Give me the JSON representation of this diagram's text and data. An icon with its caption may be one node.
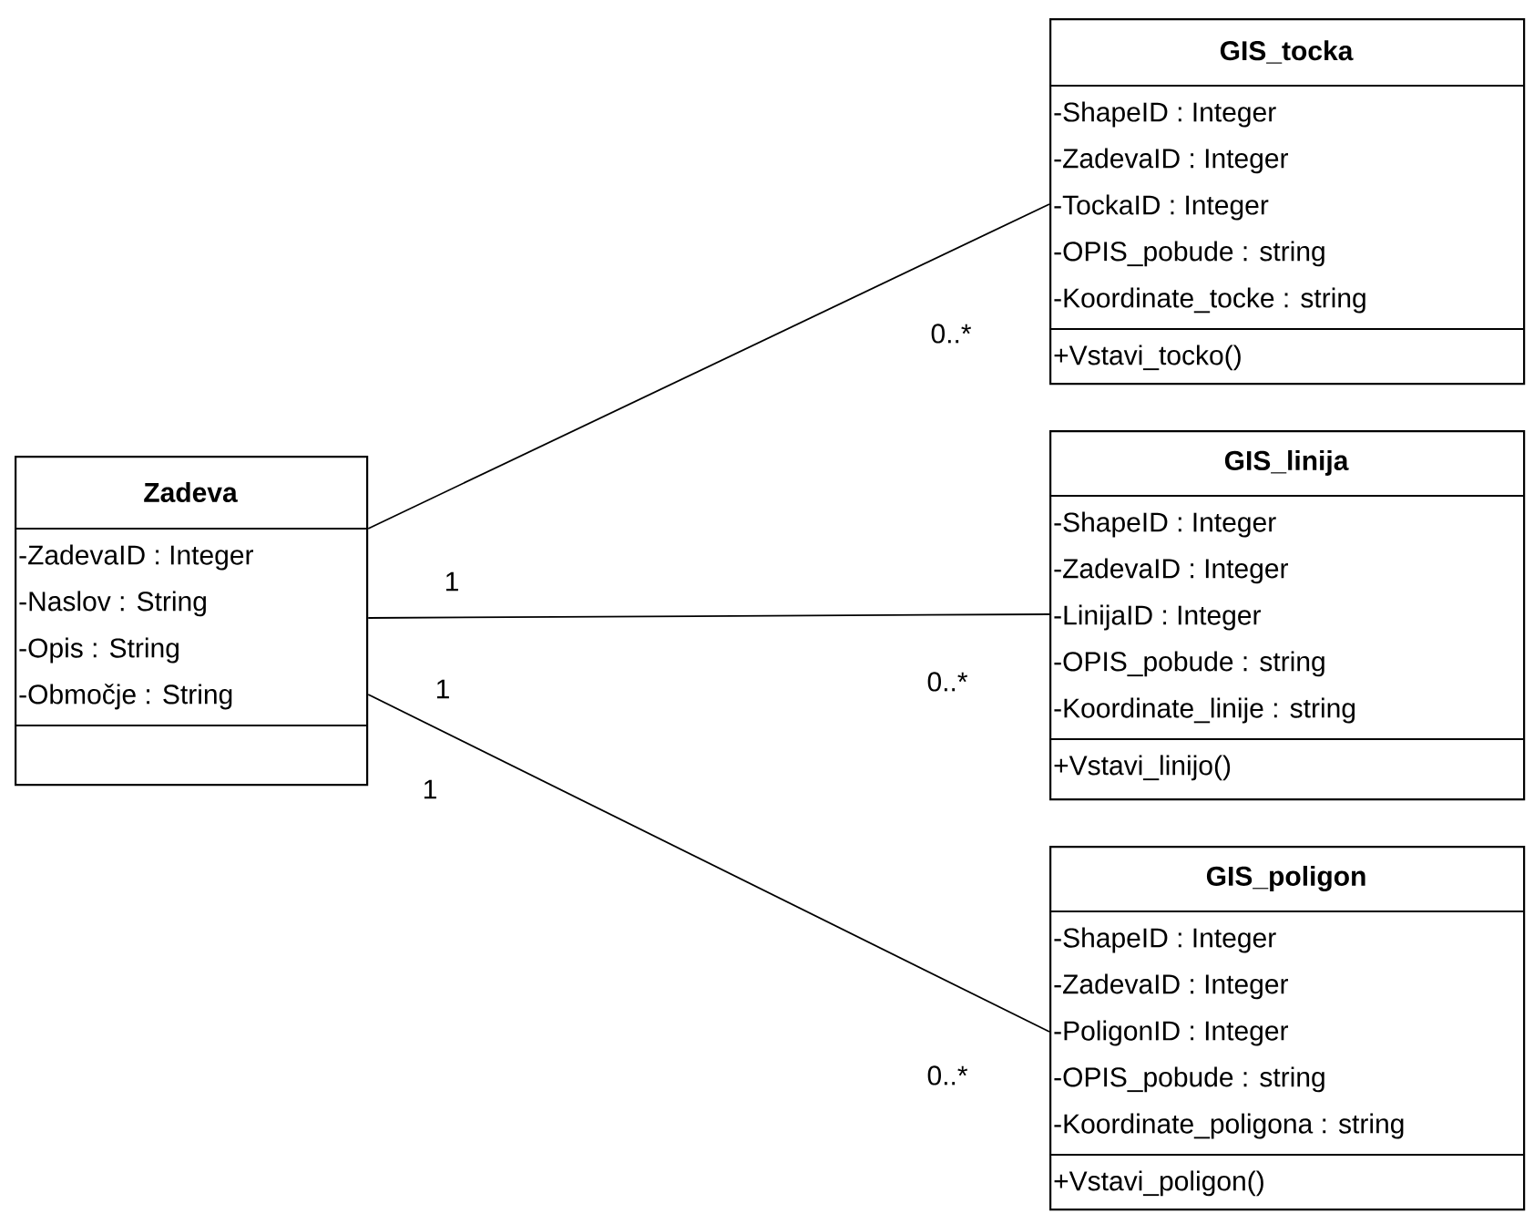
{
  "diagram": {
    "nodes": [
      {
        "text": [
          "Zadeva",
          "-ZadevaID : Integer",
          "-Naslov : String",
          "-Opis : String",
          "-Območje : String"
        ]
      },
      {
        "text": [
          "GIS_tocka",
          "-ShapeID : Integer",
          "-ZadevaID : Integer",
          "-TockaID : Integer",
          "-OPIS_pobude : string",
          "-Koordinate_tocke : string",
          "+Vstavi_tocko()"
        ]
      },
      {
        "text": [
          "GIS_linija",
          "-ShapeID : Integer",
          "-ZadevaID : Integer",
          "-LinijaID : Integer",
          "-OPIS_pobude : string",
          "-Koordinate_linije : string",
          "+Vstavi_linijo()"
        ]
      },
      {
        "text": [
          "GIS_poligon",
          "-ShapeID : Integer",
          "-ZadevaID : Integer",
          "-PoligonID : Integer",
          "-OPIS_pobude : string",
          "-Koordinate_poligona : string",
          "+Vstavi_poligon()"
        ]
      }
    ],
    "edges": [
      {
        "from": 0,
        "to": 1,
        "arrow": "none"
      },
      {
        "from": 0,
        "to": 2,
        "arrow": "none"
      },
      {
        "from": 0,
        "to": 3,
        "arrow": "none"
      }
    ],
    "labels": [
      "0..*",
      "1",
      "1",
      "0..*",
      "1",
      "0..*"
    ]
  }
}
